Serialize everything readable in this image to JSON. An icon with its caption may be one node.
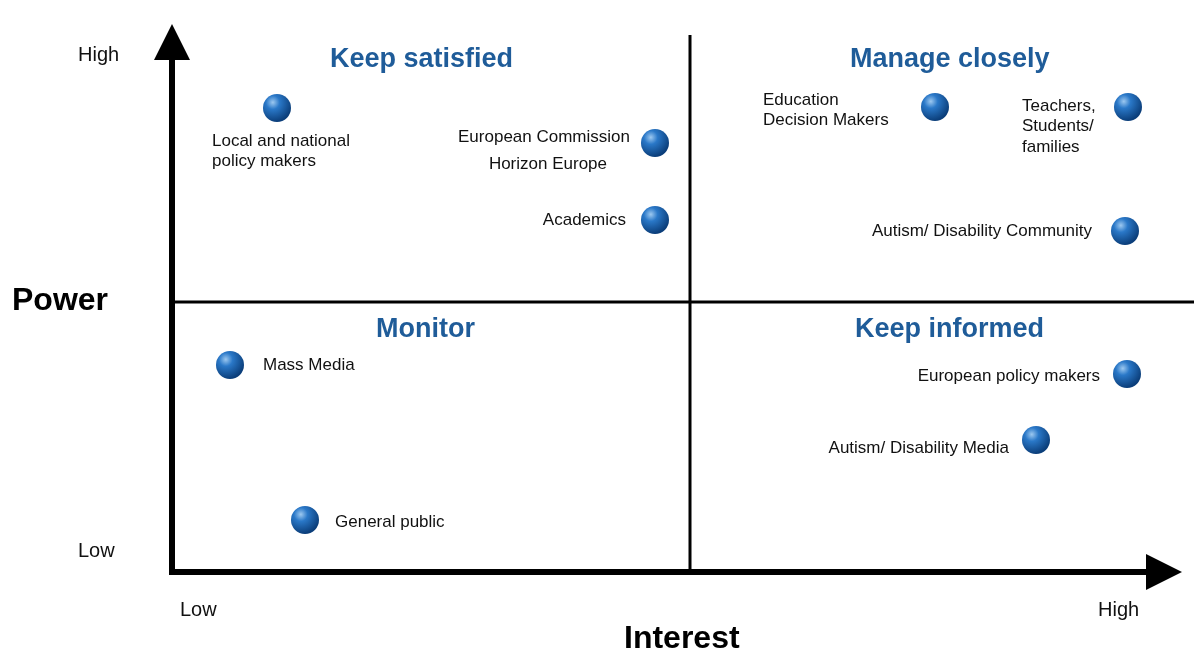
{
  "diagram": {
    "nodes": [
      {
        "text": [],
        "shape": "circle",
        "beside": [
          "Local and national policy makers"
        ]
      },
      {
        "text": [],
        "shape": "circle",
        "beside": [
          "European Commission",
          "Horizon Europe"
        ]
      },
      {
        "text": [],
        "shape": "circle",
        "beside": [
          "Academics"
        ]
      },
      {
        "text": [],
        "shape": "circle",
        "beside": [
          "Education Decision Makers"
        ]
      },
      {
        "text": [],
        "shape": "circle",
        "beside": [
          "Teachers, Students/ families"
        ]
      },
      {
        "text": [],
        "shape": "circle",
        "beside": [
          "Autism/ Disability  Community"
        ]
      },
      {
        "text": [],
        "shape": "circle",
        "beside": [
          "Mass Media"
        ]
      },
      {
        "text": [],
        "shape": "circle",
        "beside": [
          "European policy makers"
        ]
      },
      {
        "text": [],
        "shape": "circle",
        "beside": [
          "Autism/ Disability  Media"
        ]
      },
      {
        "text": [],
        "shape": "circle",
        "beside": [
          "General public"
        ]
      }
    ],
    "labels": [
      "High",
      "Keep satisfied",
      "Manage closely",
      "Power",
      "Monitor",
      "Keep informed",
      "Low",
      "Low",
      "High",
      "Interest"
    ]
  }
}
